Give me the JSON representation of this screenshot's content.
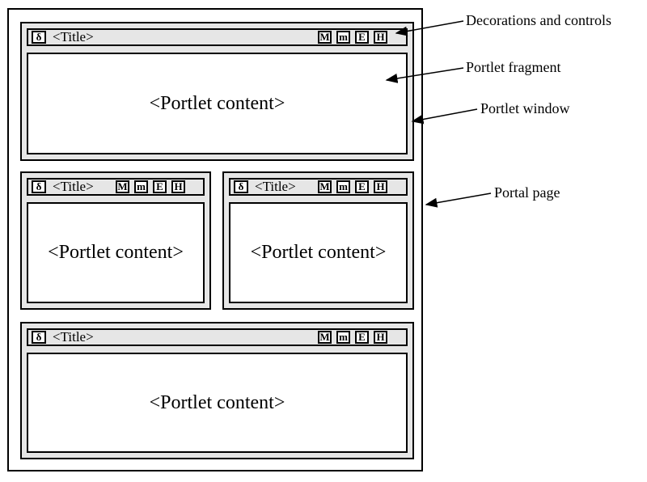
{
  "portlet": {
    "title": "<Title>",
    "content": "<Portlet content>",
    "decoration_icon": "δ",
    "controls": [
      "M",
      "m",
      "E",
      "H"
    ]
  },
  "callouts": {
    "decorations": "Decorations and controls",
    "fragment": "Portlet fragment",
    "window": "Portlet window",
    "page": "Portal page"
  }
}
